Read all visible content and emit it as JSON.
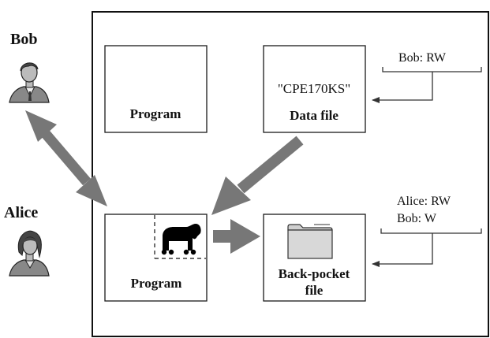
{
  "people": {
    "bob": "Bob",
    "alice": "Alice"
  },
  "boxes": {
    "top_program_label": "Program",
    "data_file_name": "\"CPE170KS\"",
    "data_file_label": "Data file",
    "bottom_program_label": "Program",
    "back_pocket_label_1": "Back-pocket",
    "back_pocket_label_2": "file"
  },
  "acl": {
    "data_file": [
      "Bob: RW"
    ],
    "back_pocket": [
      "Alice: RW",
      "Bob: W"
    ]
  },
  "icons": {
    "person_bob": "user-male-icon",
    "person_alice": "user-female-icon",
    "trojan": "trojan-horse-icon",
    "folder": "folder-icon"
  },
  "colors": {
    "arrow": "#777777",
    "outline": "#111111"
  }
}
